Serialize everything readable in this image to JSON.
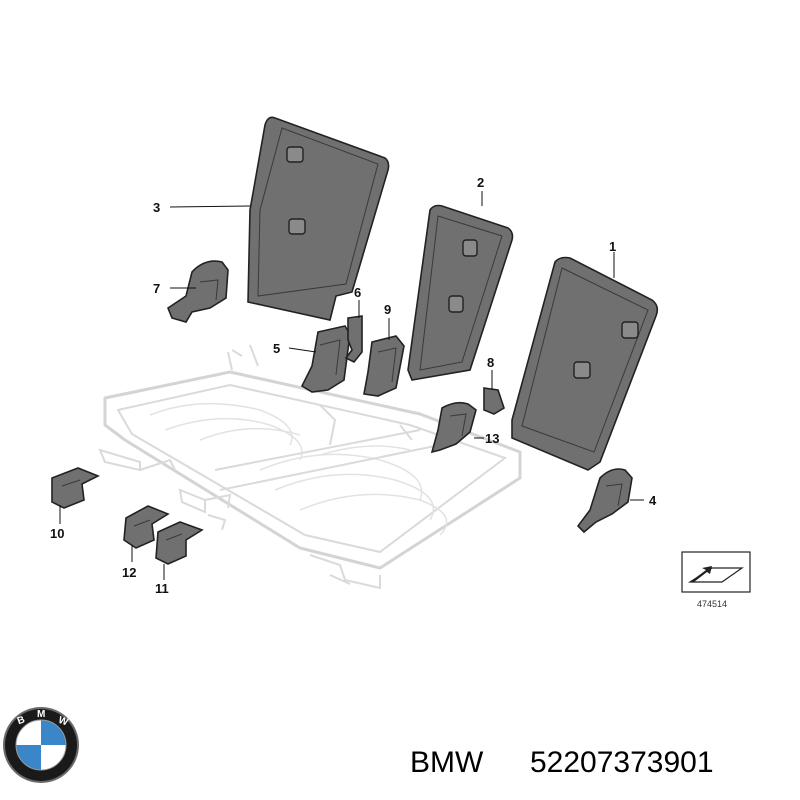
{
  "callouts": [
    {
      "id": "1",
      "label": "1"
    },
    {
      "id": "2",
      "label": "2"
    },
    {
      "id": "3",
      "label": "3"
    },
    {
      "id": "4",
      "label": "4"
    },
    {
      "id": "5",
      "label": "5"
    },
    {
      "id": "6",
      "label": "6"
    },
    {
      "id": "7",
      "label": "7"
    },
    {
      "id": "8",
      "label": "8"
    },
    {
      "id": "9",
      "label": "9"
    },
    {
      "id": "10",
      "label": "10"
    },
    {
      "id": "11",
      "label": "11"
    },
    {
      "id": "12",
      "label": "12"
    },
    {
      "id": "13",
      "label": "13"
    }
  ],
  "reference_box": {
    "code": "474514"
  },
  "footer": {
    "brand": "BMW",
    "part_number": "52207373901",
    "logo_letters": "BMW",
    "logo_colors": {
      "blue": "#3a86c8",
      "white": "#ffffff",
      "ring": "#1a1a1a",
      "outer": "#6a6a6a"
    }
  }
}
